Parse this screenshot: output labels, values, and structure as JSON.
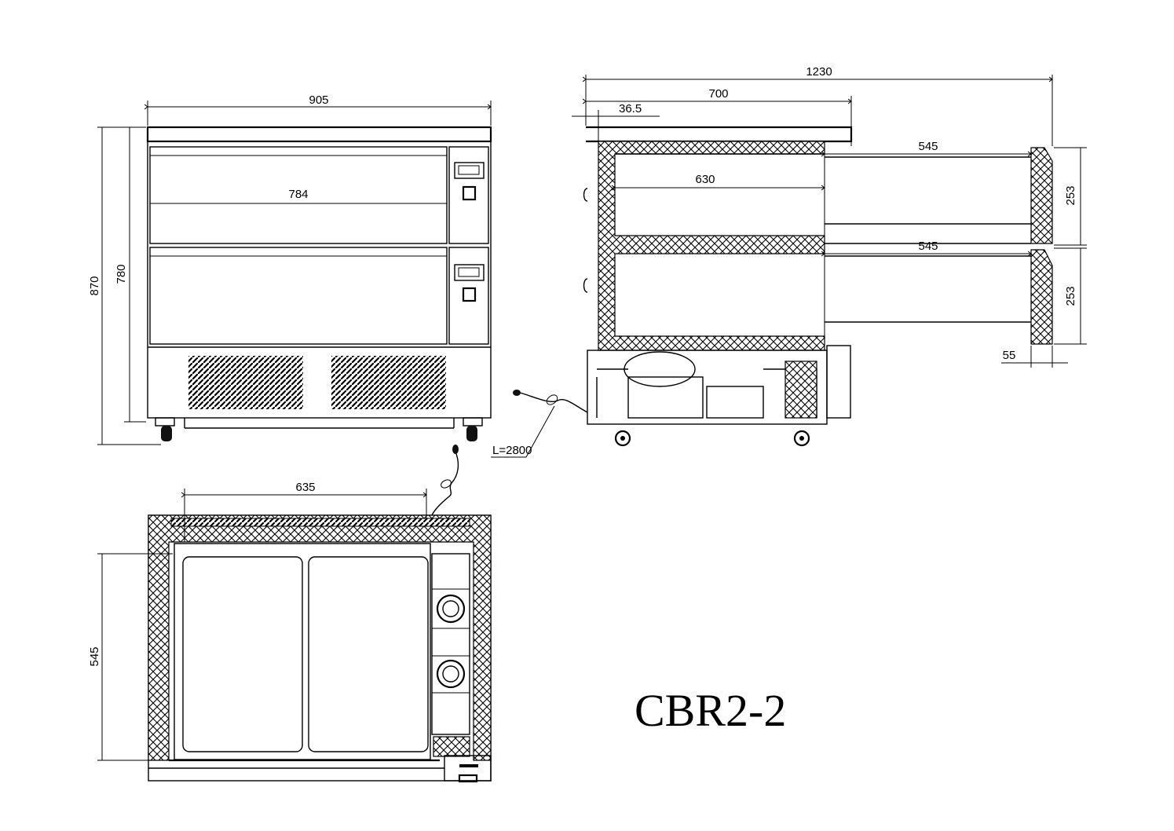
{
  "model": "CBR2-2",
  "dimensions": {
    "front_width": "905",
    "drawer_inner_width": "784",
    "overall_height": "870",
    "body_height": "780",
    "side_total_depth": "1230",
    "side_cabinet_depth": "700",
    "back_offset": "36.5",
    "drawer_length": "630",
    "drawer_extension_top": "545",
    "drawer_extension_bottom": "545",
    "drawer_height_top": "253",
    "drawer_height_bottom": "253",
    "drawer_front_depth": "55",
    "cable_length": "L=2800",
    "plan_inner_width": "635",
    "plan_inner_depth": "545"
  }
}
